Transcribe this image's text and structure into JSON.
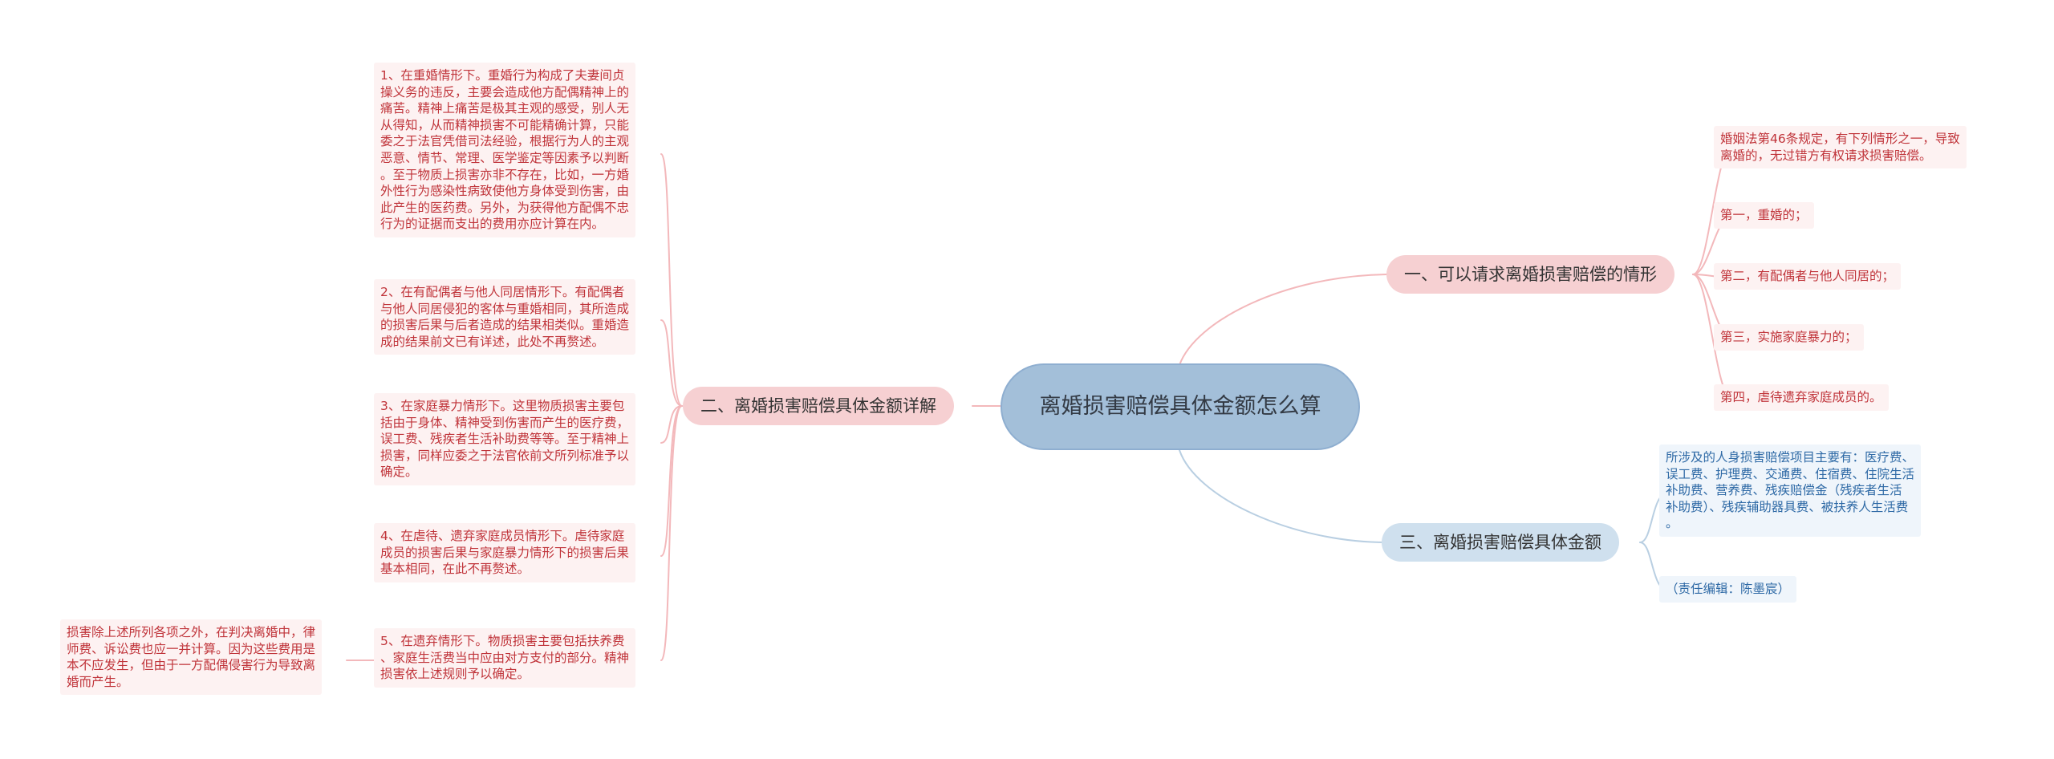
{
  "root": {
    "title": "离婚损害赔偿具体金额怎么算"
  },
  "branches": [
    {
      "label": "一、可以请求离婚损害赔偿的情形",
      "items": [
        "婚姻法第46条规定，有下列情形之一，导致\n离婚的，无过错方有权请求损害赔偿。",
        "第一，重婚的；",
        "第二，有配偶者与他人同居的；",
        "第三，实施家庭暴力的；",
        "第四，虐待遗弃家庭成员的。"
      ]
    },
    {
      "label": "二、离婚损害赔偿具体金额详解",
      "items": [
        "1、在重婚情形下。重婚行为构成了夫妻间贞\n操义务的违反，主要会造成他方配偶精神上的\n痛苦。精神上痛苦是极其主观的感受，别人无\n从得知，从而精神损害不可能精确计算，只能\n委之于法官凭借司法经验，根据行为人的主观\n恶意、情节、常理、医学鉴定等因素予以判断\n。至于物质上损害亦非不存在，比如，一方婚\n外性行为感染性病致使他方身体受到伤害，由\n此产生的医药费。另外，为获得他方配偶不忠\n行为的证据而支出的费用亦应计算在内。",
        "2、在有配偶者与他人同居情形下。有配偶者\n与他人同居侵犯的客体与重婚相同，其所造成\n的损害后果与后者造成的结果相类似。重婚造\n成的结果前文已有详述，此处不再赘述。",
        "3、在家庭暴力情形下。这里物质损害主要包\n括由于身体、精神受到伤害而产生的医疗费，\n误工费、残疾者生活补助费等等。至于精神上\n损害，同样应委之于法官依前文所列标准予以\n确定。",
        "4、在虐待、遗弃家庭成员情形下。虐待家庭\n成员的损害后果与家庭暴力情形下的损害后果\n基本相同，在此不再赘述。",
        "5、在遗弃情形下。物质损害主要包括扶养费\n、家庭生活费当中应由对方支付的部分。精神\n损害依上述规则予以确定。"
      ],
      "sub_items": [
        "损害除上述所列各项之外，在判决离婚中，律\n师费、诉讼费也应一并计算。因为这些费用是\n本不应发生，但由于一方配偶侵害行为导致离\n婚而产生。"
      ]
    },
    {
      "label": "三、离婚损害赔偿具体金额",
      "items": [
        "所涉及的人身损害赔偿项目主要有：医疗费、\n误工费、护理费、交通费、住宿费、住院生活\n补助费、营养费、残疾赔偿金（残疾者生活\n补助费）、残疾辅助器具费、被扶养人生活费\n。",
        "（责任编辑：陈墨宸）"
      ]
    }
  ],
  "colors": {
    "root_fill": "#a3bfd9",
    "pink_branch": "#f6d0d2",
    "blue_branch": "#cfe0ee",
    "pink_text": "#c0343a",
    "blue_text": "#2f6aa6"
  }
}
